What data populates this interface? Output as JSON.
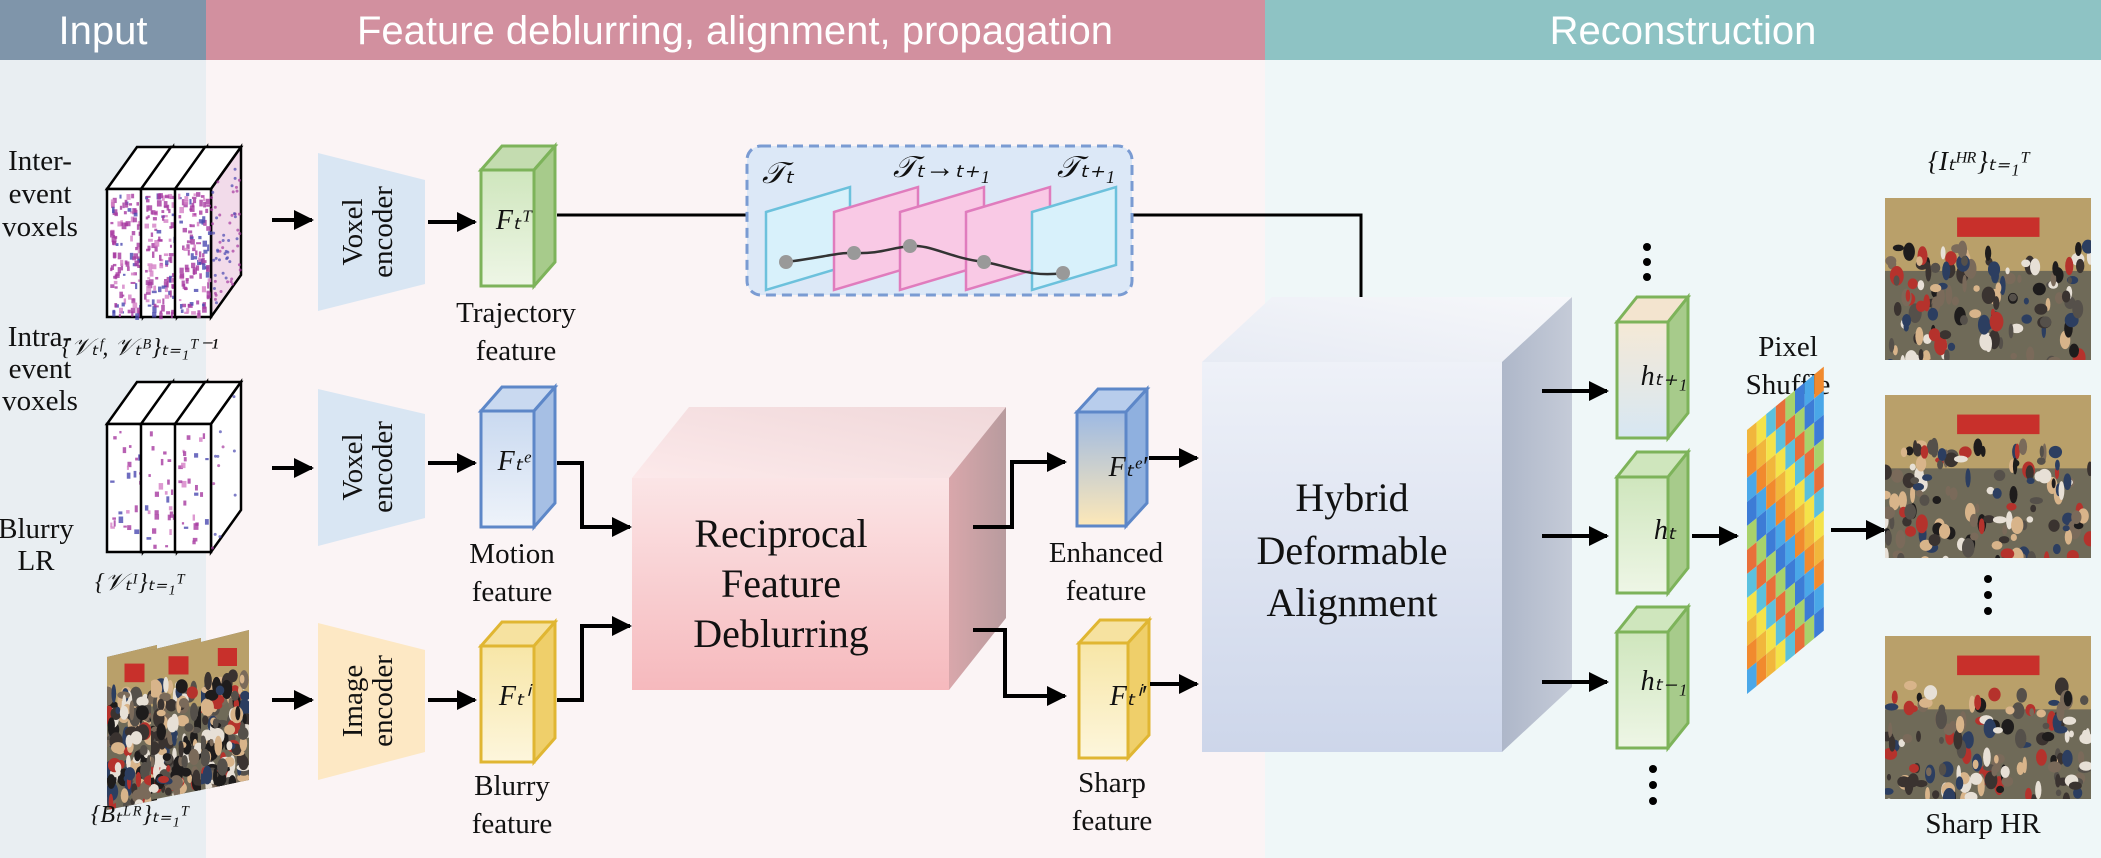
{
  "sections": {
    "input": "Input",
    "feature": "Feature deblurring, alignment, propagation",
    "reconstruction": "Reconstruction"
  },
  "inputs": {
    "inter_event": [
      "Inter-",
      "event",
      "voxels"
    ],
    "intra_event": [
      "Intra-",
      "event",
      "voxels"
    ],
    "blurry_lr": [
      "Blurry",
      "LR"
    ]
  },
  "set_labels": {
    "inter": "{𝒱ₜᶠ, 𝒱ₜᴮ}ₜ₌₁ᵀ⁻¹",
    "intra": "{𝒱ₜᴵ}ₜ₌₁ᵀ",
    "blurry": "{Bₜᴸᴿ}ₜ₌₁ᵀ",
    "hr": "{Iₜᴴᴿ}ₜ₌₁ᵀ"
  },
  "encoders": {
    "voxel1": [
      "Voxel",
      "encoder"
    ],
    "voxel2": [
      "Voxel",
      "encoder"
    ],
    "image": [
      "Image",
      "encoder"
    ]
  },
  "features": {
    "trajectory_symbol": "Fₜᵀ",
    "trajectory": [
      "Trajectory",
      "feature"
    ],
    "motion_symbol": "Fₜᵉ",
    "motion": [
      "Motion",
      "feature"
    ],
    "blurry_symbol": "Fₜⁱ",
    "blurry": [
      "Blurry",
      "feature"
    ],
    "enhanced_symbol": "Fₜᵉ′",
    "enhanced": [
      "Enhanced",
      "feature"
    ],
    "sharp_symbol": "Fₜⁱ′",
    "sharp": [
      "Sharp",
      "feature"
    ]
  },
  "trajectory_frames": [
    "𝒯ₜ",
    "𝒯ₜ→ₜ₊₁",
    "𝒯ₜ₊₁"
  ],
  "modules": {
    "rfd": [
      "Reciprocal",
      "Feature",
      "Deblurring"
    ],
    "hda": [
      "Hybrid",
      "Deformable",
      "Alignment"
    ],
    "pixel_shuffle": [
      "Pixel",
      "Shuffle"
    ]
  },
  "hidden_states": [
    "hₜ₊₁",
    "hₜ",
    "hₜ₋₁"
  ],
  "output_label": "Sharp HR",
  "colors": {
    "input_header": "#7f95aa",
    "feature_header": "#d2909f",
    "recon_header": "#8ec3c4",
    "input_bg": "#e9eef2",
    "feature_bg": "#fbf4f5",
    "recon_bg": "#eff7f8",
    "encoder_voxel": "#d9e6f3",
    "encoder_image": "#fde8c4",
    "trajectory_feature": "#8cc06b",
    "motion_feature": "#6b96d0",
    "blurry_feature": "#e3bf3d",
    "hidden_state": "#8cc06b",
    "hda_face": "#d8dfee",
    "rfd_face": "#f7c9cc"
  }
}
